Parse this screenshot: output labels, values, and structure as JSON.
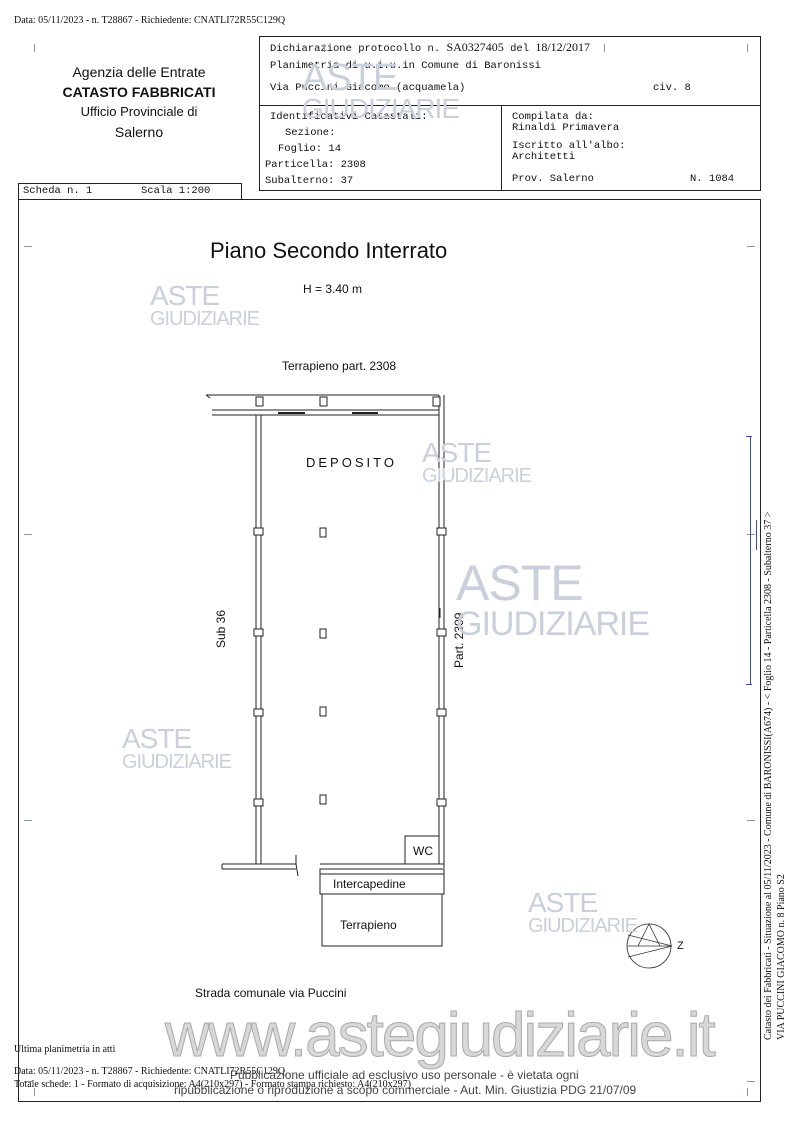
{
  "top_line": "Data: 05/11/2023 - n. T28867 - Richiedente: CNATLI72R55C129Q",
  "agency": {
    "line1": "Agenzia delle Entrate",
    "line2": "CATASTO FABBRICATI",
    "line3": "Ufficio Provinciale di",
    "line4": "Salerno"
  },
  "declaration": {
    "label": "Dichiarazione protocollo n.",
    "number": "SA0327405",
    "del_label": "del",
    "date": "18/12/2017",
    "plan_line": "Planimetria di u.i.u.in Comune di Baronissi",
    "address": "Via Puccini Giacomo (acquamela)",
    "civ": "civ. 8"
  },
  "identifiers": {
    "title": "Identificativi Catastali:",
    "sezione": "Sezione:",
    "foglio": "Foglio: 14",
    "particella": "Particella: 2308",
    "subalterno": "Subalterno: 37"
  },
  "compiler": {
    "compilata_label": "Compilata da:",
    "compilata_name": "Rinaldi Primavera",
    "iscritto_label": "Iscritto all'albo:",
    "iscritto_value": "Architetti",
    "prov": "Prov. Salerno",
    "num": "N. 1084"
  },
  "scheda": "Scheda n. 1",
  "scala": "Scala 1:200",
  "plan": {
    "title": "Piano Secondo Interrato",
    "height": "H = 3.40 m",
    "terrapieno_top": "Terrapieno part. 2308",
    "deposito": "DEPOSITO",
    "sub36": "Sub 36",
    "part2309": "Part. 2309",
    "wc": "WC",
    "intercapedine": "Intercapedine",
    "terrapieno_bottom": "Terrapieno",
    "strada": "Strada comunale via Puccini"
  },
  "watermark": {
    "aste": "ASTE",
    "giudiziarie": "GIUDIZIARIE",
    "site": "www.astegiudiziarie.it"
  },
  "side_text": {
    "line1": "Catasto dei Fabbricati - Situazione al 05/11/2023 - Comune di BARONISSI(A674) - < Foglio 14 - Particella 2308 - Subalterno 37 >",
    "line2": "VIA PUCCINI GIACOMO n. 8 Piano S2"
  },
  "footer": {
    "ultima": "Ultima planimetria in atti",
    "data_line": "Data: 05/11/2023 - n. T28867 - Richiedente: CNATLI72R55C129Q",
    "totale_line": "Totale schede: 1 - Formato di acquisizione: A4(210x297) - Formato stampa richiesto: A4(210x297)",
    "pub_line1": "Pubblicazione ufficiale ad esclusivo uso personale - è vietata ogni",
    "pub_line2": "ripubblicazione o riproduzione a scopo commerciale - Aut. Min. Giustizia PDG 21/07/09"
  },
  "compass_label": "Z",
  "colors": {
    "watermark": "#c9d0dc",
    "ticks": "#8a93a8",
    "side_bar": "#3a4fa0"
  }
}
